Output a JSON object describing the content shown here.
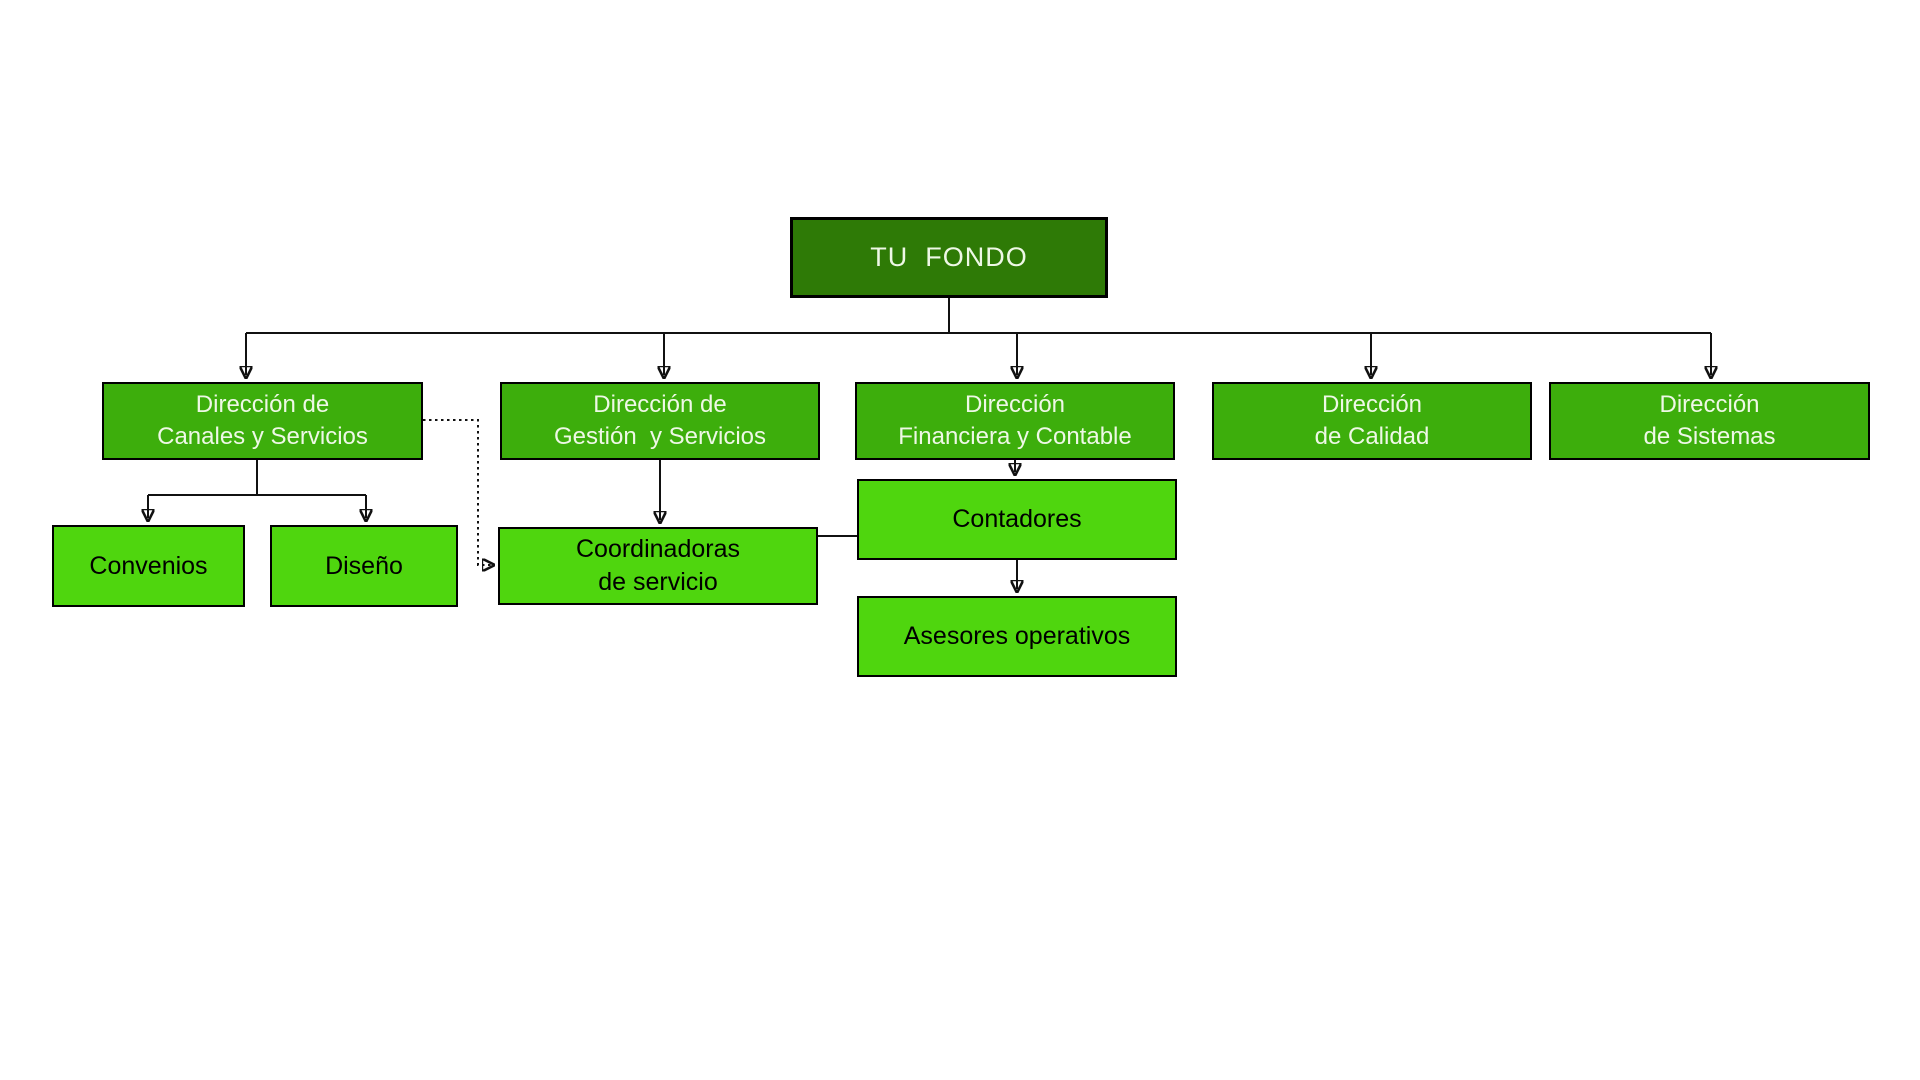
{
  "colors": {
    "root_fill": "#2e7a06",
    "level2_fill": "#3dae0c",
    "level3_fill": "#4fd60e",
    "box_border": "#000000",
    "light_text": "#eef8e6",
    "dark_text": "#000000",
    "connector": "#111111"
  },
  "nodes": {
    "root": {
      "label": "TU  FONDO"
    },
    "canales": {
      "label": "Dirección de\nCanales y Servicios"
    },
    "gestion": {
      "label": "Dirección de\nGestión  y Servicios"
    },
    "financiera": {
      "label": "Dirección\nFinanciera y Contable"
    },
    "calidad": {
      "label": "Dirección\nde Calidad"
    },
    "sistemas": {
      "label": "Dirección\nde Sistemas"
    },
    "convenios": {
      "label": "Convenios"
    },
    "diseno": {
      "label": "Diseño"
    },
    "coordinadoras": {
      "label": "Coordinadoras\nde servicio"
    },
    "contadores": {
      "label": "Contadores"
    },
    "asesores": {
      "label": "Asesores operativos"
    }
  },
  "edges": [
    {
      "from": "root",
      "to": "canales",
      "style": "solid-arrow"
    },
    {
      "from": "root",
      "to": "gestion",
      "style": "solid-arrow"
    },
    {
      "from": "root",
      "to": "financiera",
      "style": "solid-arrow"
    },
    {
      "from": "root",
      "to": "calidad",
      "style": "solid-arrow"
    },
    {
      "from": "root",
      "to": "sistemas",
      "style": "solid-arrow"
    },
    {
      "from": "canales",
      "to": "convenios",
      "style": "solid-arrow"
    },
    {
      "from": "canales",
      "to": "diseno",
      "style": "solid-arrow"
    },
    {
      "from": "gestion",
      "to": "coordinadoras",
      "style": "solid-arrow"
    },
    {
      "from": "financiera",
      "to": "contadores",
      "style": "solid-arrow"
    },
    {
      "from": "contadores",
      "to": "asesores",
      "style": "solid-arrow"
    },
    {
      "from": "coordinadoras",
      "to": "contadores",
      "style": "solid-line"
    },
    {
      "from": "canales",
      "to": "coordinadoras",
      "style": "dotted-arrow"
    }
  ]
}
